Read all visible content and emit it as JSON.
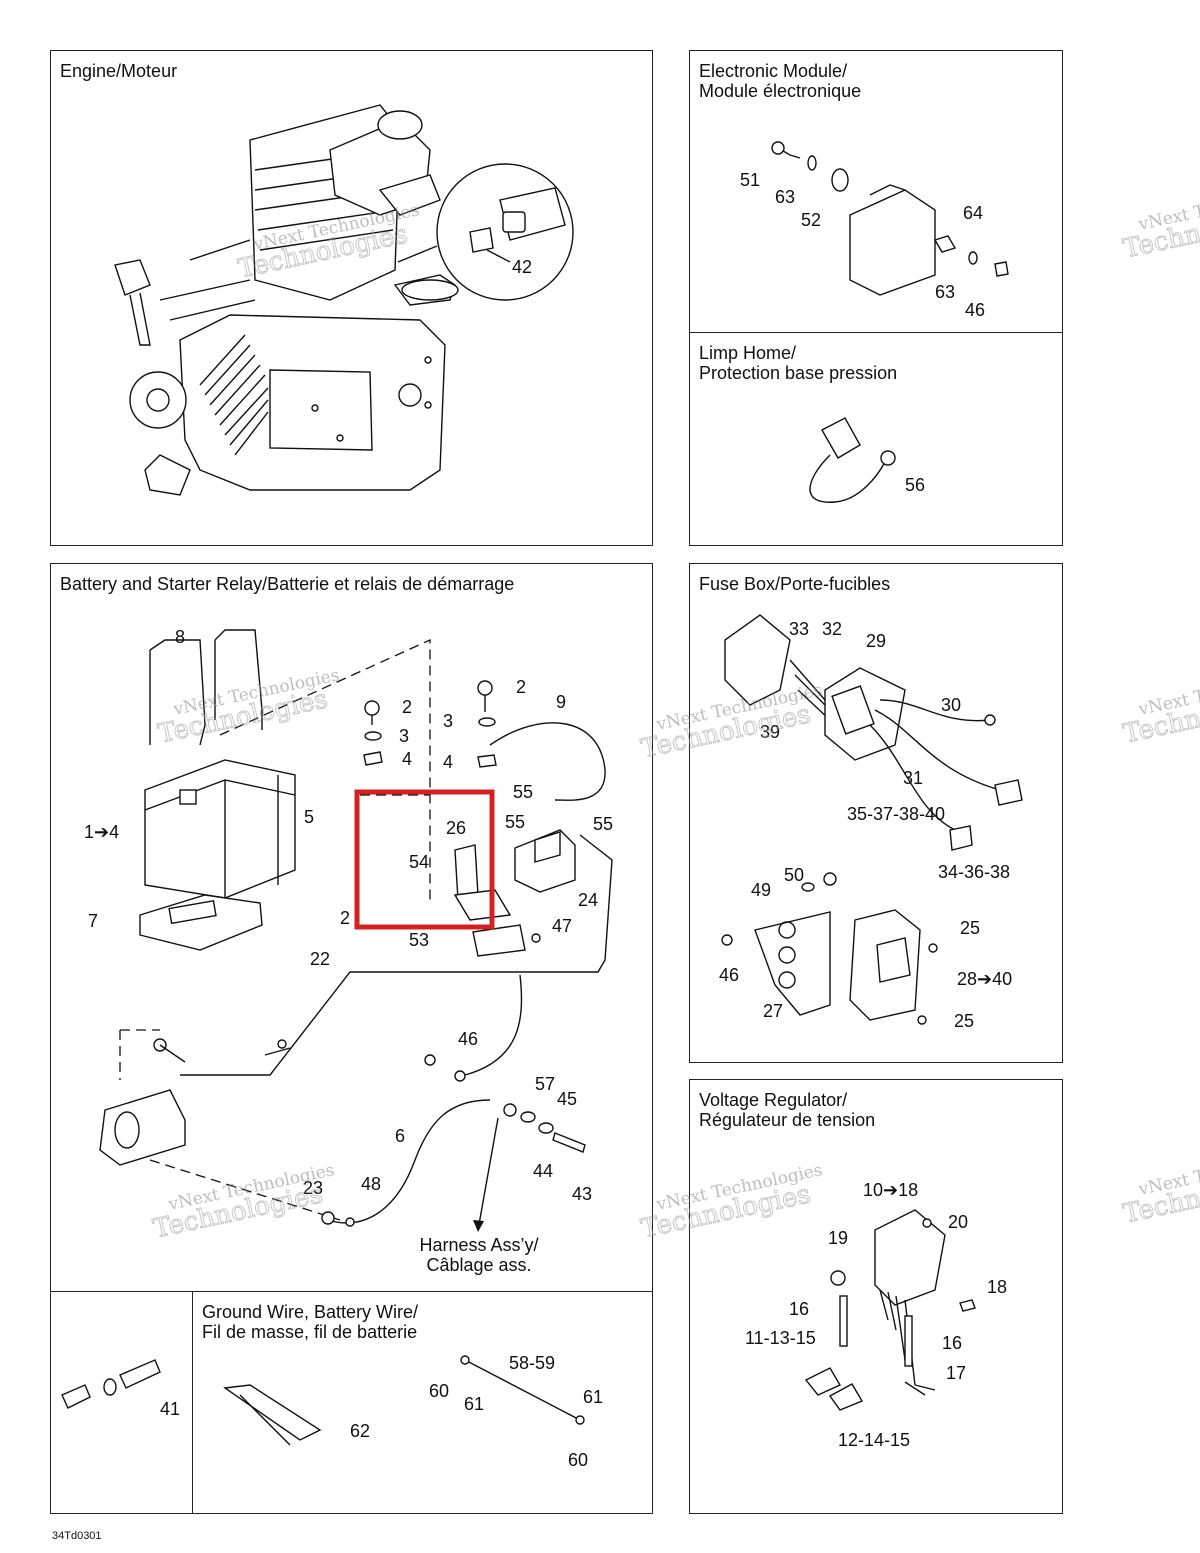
{
  "panels": {
    "engine": {
      "title": "Engine/Moteur"
    },
    "electronic_module": {
      "title": "Electronic Module/\nModule électronique"
    },
    "limp_home": {
      "title": "Limp Home/\nProtection base pression"
    },
    "battery": {
      "title": "Battery and Starter Relay/Batterie et relais de démarrage"
    },
    "fuse_box": {
      "title": "Fuse Box/Porte-fucibles"
    },
    "voltage_regulator": {
      "title": "Voltage Regulator/\nRégulateur de tension"
    },
    "ground_wire": {
      "title": "Ground Wire, Battery Wire/\nFil de masse, fil de batterie"
    }
  },
  "callouts": {
    "engine": [
      "42"
    ],
    "electronic_module": [
      "51",
      "63",
      "52",
      "64",
      "63",
      "46"
    ],
    "limp_home": [
      "56"
    ],
    "battery": [
      "8",
      "2",
      "3",
      "4",
      "2",
      "3",
      "4",
      "9",
      "1➔4",
      "5",
      "55",
      "26",
      "55",
      "55",
      "54",
      "24",
      "7",
      "2",
      "53",
      "47",
      "22",
      "46",
      "57",
      "45",
      "6",
      "44",
      "43",
      "23",
      "48"
    ],
    "fuse_box": [
      "33",
      "32",
      "29",
      "39",
      "30",
      "31",
      "35-37-38-40",
      "34-36-38",
      "50",
      "49",
      "25",
      "46",
      "28➔40",
      "27",
      "25"
    ],
    "voltage_regulator": [
      "10➔18",
      "20",
      "19",
      "18",
      "16",
      "16",
      "11-13-15",
      "17",
      "12-14-15"
    ],
    "ground_wire": [
      "41",
      "62",
      "58-59",
      "60",
      "61",
      "61",
      "60"
    ]
  },
  "harness_note": "Harness Ass’y/\nCâblage ass.",
  "watermark": {
    "line1": "vNext Technologies",
    "line2": "Technologies"
  },
  "drawing_code": "34Td0301",
  "highlight_color": "#d42020"
}
